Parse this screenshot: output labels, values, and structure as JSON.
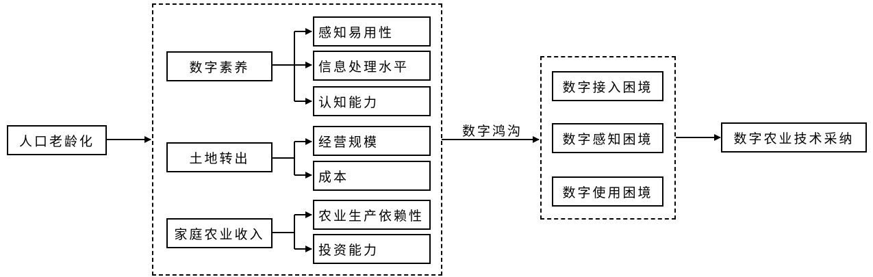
{
  "diagram": {
    "source": "人口老龄化",
    "factors": [
      {
        "label": "数字素养",
        "effects": [
          "感知易用性",
          "信息处理水平",
          "认知能力"
        ]
      },
      {
        "label": "土地转出",
        "effects": [
          "经营规模",
          "成本"
        ]
      },
      {
        "label": "家庭农业收入",
        "effects": [
          "农业生产依赖性",
          "投资能力"
        ]
      }
    ],
    "mediator_label": "数字鸿沟",
    "divides": [
      "数字接入困境",
      "数字感知困境",
      "数字使用困境"
    ],
    "outcome": "数字农业技术采纳"
  }
}
